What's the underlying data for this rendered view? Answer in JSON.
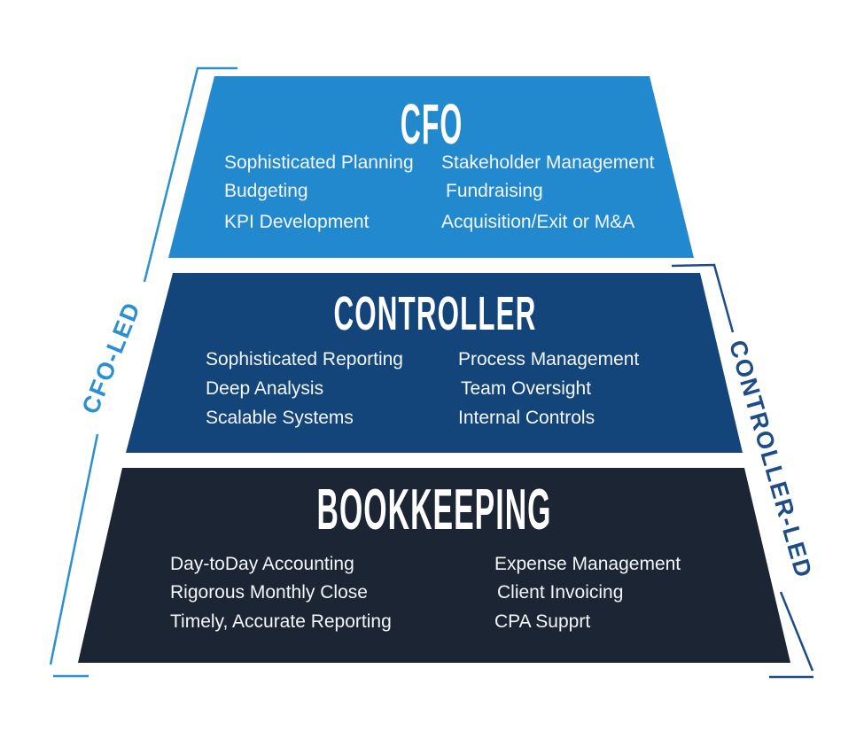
{
  "diagram": {
    "type": "pyramid-hierarchy",
    "left_label": "CFO-LED",
    "right_label": "CONTROLLER-LED",
    "tiers": [
      {
        "title": "CFO",
        "left_items": [
          "Sophisticated Planning",
          "Budgeting",
          "KPI Development"
        ],
        "right_items": [
          "Stakeholder Management",
          "Fundraising",
          "Acquisition/Exit or M&A"
        ]
      },
      {
        "title": "CONTROLLER",
        "left_items": [
          "Sophisticated Reporting",
          "Deep Analysis",
          "Scalable Systems"
        ],
        "right_items": [
          "Process Management",
          "Team Oversight",
          "Internal Controls"
        ]
      },
      {
        "title": "BOOKKEEPING",
        "left_items": [
          "Day-toDay Accounting",
          "Rigorous Monthly Close",
          "Timely, Accurate Reporting"
        ],
        "right_items": [
          "Expense Management",
          "Client Invoicing",
          "CPA Supprt"
        ]
      }
    ]
  },
  "colors": {
    "cfo_fill": "#2289ce",
    "controller_fill": "#14457a",
    "bookkeeping_fill": "#1b2533",
    "left_accent": "#2b8fd3",
    "right_accent": "#1c4d87",
    "text_on_fill": "#f4f7fa"
  }
}
